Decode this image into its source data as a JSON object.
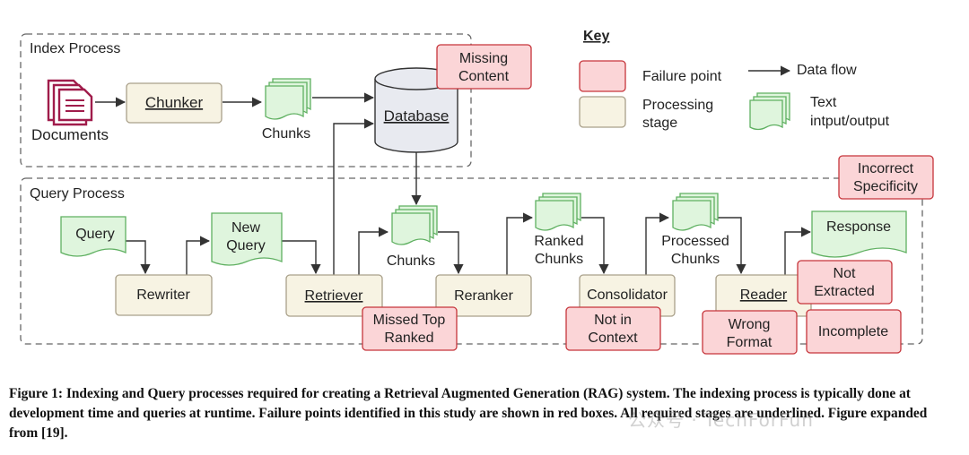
{
  "regions": {
    "index": "Index Process",
    "query": "Query Process"
  },
  "key": {
    "title": "Key",
    "failure_point": "Failure point",
    "data_flow": "Data flow",
    "processing_stage_1": "Processing",
    "processing_stage_2": "stage",
    "text_io_1": "Text",
    "text_io_2": "intput/output"
  },
  "nodes": {
    "documents": "Documents",
    "chunker": "Chunker",
    "chunks_index": "Chunks",
    "database": "Database",
    "query": "Query",
    "new_query_1": "New",
    "new_query_2": "Query",
    "rewriter": "Rewriter",
    "retriever": "Retriever",
    "chunks_query": "Chunks",
    "reranker": "Reranker",
    "ranked_chunks_1": "Ranked",
    "ranked_chunks_2": "Chunks",
    "consolidator": "Consolidator",
    "processed_chunks_1": "Processed",
    "processed_chunks_2": "Chunks",
    "reader": "Reader",
    "response": "Response"
  },
  "failure_points": {
    "missing_content_1": "Missing",
    "missing_content_2": "Content",
    "incorrect_specificity_1": "Incorrect",
    "incorrect_specificity_2": "Specificity",
    "missed_top_ranked_1": "Missed Top",
    "missed_top_ranked_2": "Ranked",
    "not_in_context_1": "Not in",
    "not_in_context_2": "Context",
    "not_extracted_1": "Not",
    "not_extracted_2": "Extracted",
    "wrong_format_1": "Wrong",
    "wrong_format_2": "Format",
    "incomplete": "Incomplete"
  },
  "caption": "Figure 1: Indexing and Query processes required for creating a Retrieval Augmented Generation (RAG) system. The indexing process is typically done at development time and queries at runtime. Failure points identified in this study are shown in red boxes. All required stages are underlined. Figure expanded from [19].",
  "watermark": "公众号 · TechForFun",
  "colors": {
    "failure_fill": "#fbd5d7",
    "failure_stroke": "#c6353b",
    "stage_fill": "#f7f3e3",
    "stage_stroke": "#a9a08a",
    "text_fill": "#dff5dd",
    "text_stroke": "#5fb061",
    "database_fill": "#e8eaf0",
    "documents_color": "#a01c4b"
  }
}
